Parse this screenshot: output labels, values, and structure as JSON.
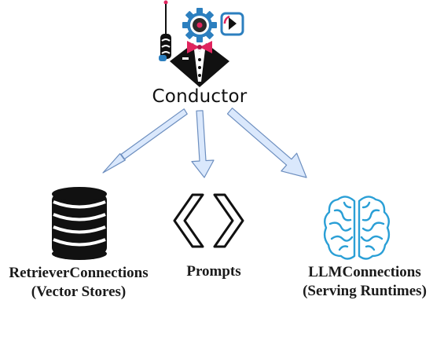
{
  "center": {
    "brand": "Conductor"
  },
  "nodes": [
    {
      "id": "retriever",
      "line1": "RetrieverConnections",
      "line2": "(Vector Stores)",
      "icon": "database-icon"
    },
    {
      "id": "prompts",
      "line1": "Prompts",
      "line2": "",
      "icon": "code-brackets-icon"
    },
    {
      "id": "llm",
      "line1": "LLMConnections",
      "line2": "(Serving Runtimes)",
      "icon": "brain-icon"
    }
  ],
  "colors": {
    "arrow_fill": "#dae8fc",
    "arrow_stroke": "#6c8ebf",
    "brain": "#2a9fd6",
    "icon_dark": "#111111",
    "accent": "#e0245e",
    "gear": "#2c7fbf"
  }
}
